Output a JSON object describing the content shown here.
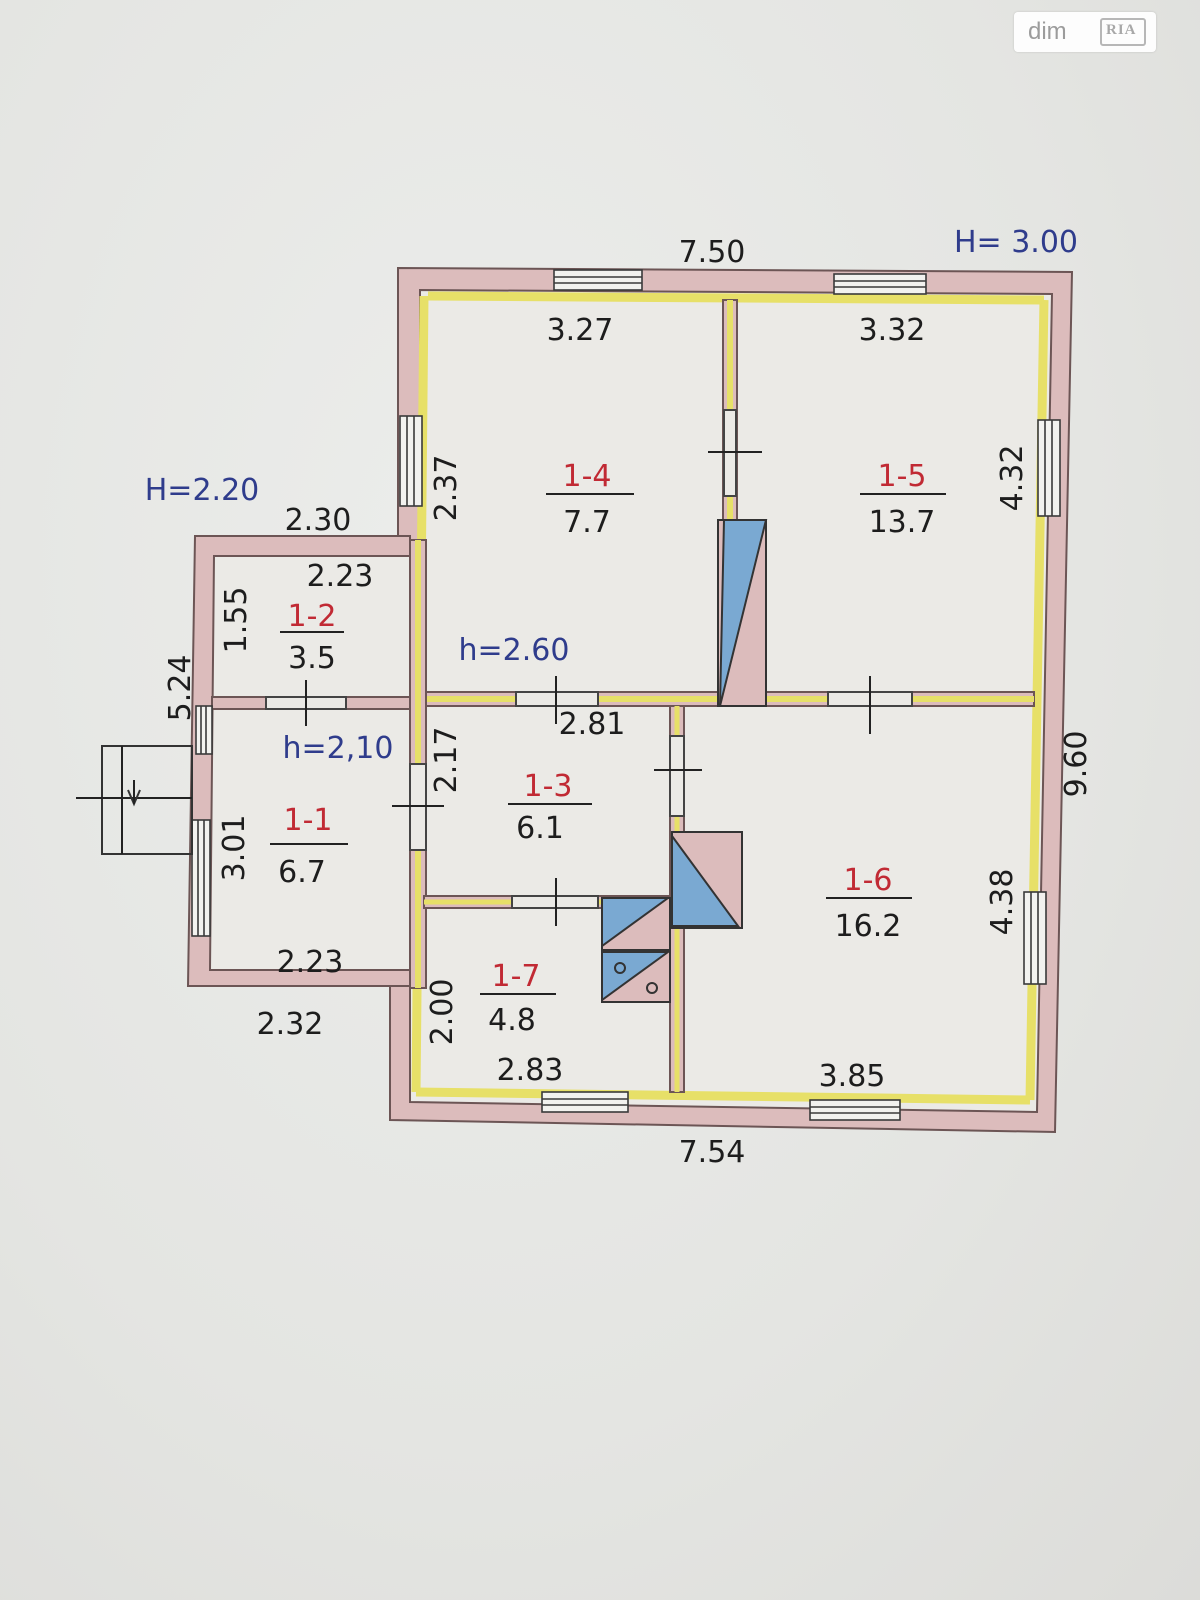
{
  "watermark": {
    "text": "dim",
    "logo_text": "RIA"
  },
  "heights": {
    "main": "H= 3.00",
    "annex": "H=2.20",
    "room_1_3": "h=2.60",
    "room_1_1": "h=2,10"
  },
  "outer_dimensions": {
    "top": "7.50",
    "bottom": "7.54",
    "right": "9.60",
    "left_annex": "5.24",
    "annex_top": "2.30",
    "annex_bottom": "2.32"
  },
  "rooms": [
    {
      "id": "1-1",
      "area": "6.7",
      "dims": {
        "right_side": "3.01",
        "bottom": "2.23"
      }
    },
    {
      "id": "1-2",
      "area": "3.5",
      "dims": {
        "top": "2.23",
        "left": "1.55"
      }
    },
    {
      "id": "1-3",
      "area": "6.1",
      "dims": {
        "left": "2.17",
        "bottom": "2.81"
      }
    },
    {
      "id": "1-4",
      "area": "7.7",
      "dims": {
        "top": "3.27",
        "left": "2.37"
      }
    },
    {
      "id": "1-5",
      "area": "13.7",
      "dims": {
        "top": "3.32",
        "right": "4.32"
      }
    },
    {
      "id": "1-6",
      "area": "16.2",
      "dims": {
        "bottom": "3.85",
        "right": "4.38"
      }
    },
    {
      "id": "1-7",
      "area": "4.8",
      "dims": {
        "left": "2.00",
        "bottom": "2.83"
      }
    }
  ],
  "colors": {
    "outer_wall": "#dcbcbc",
    "inner_wall": "#e7e068",
    "stove": "#7aa9d2",
    "stove_accent": "#dcbcbc",
    "paper": "#e6e6e3"
  }
}
